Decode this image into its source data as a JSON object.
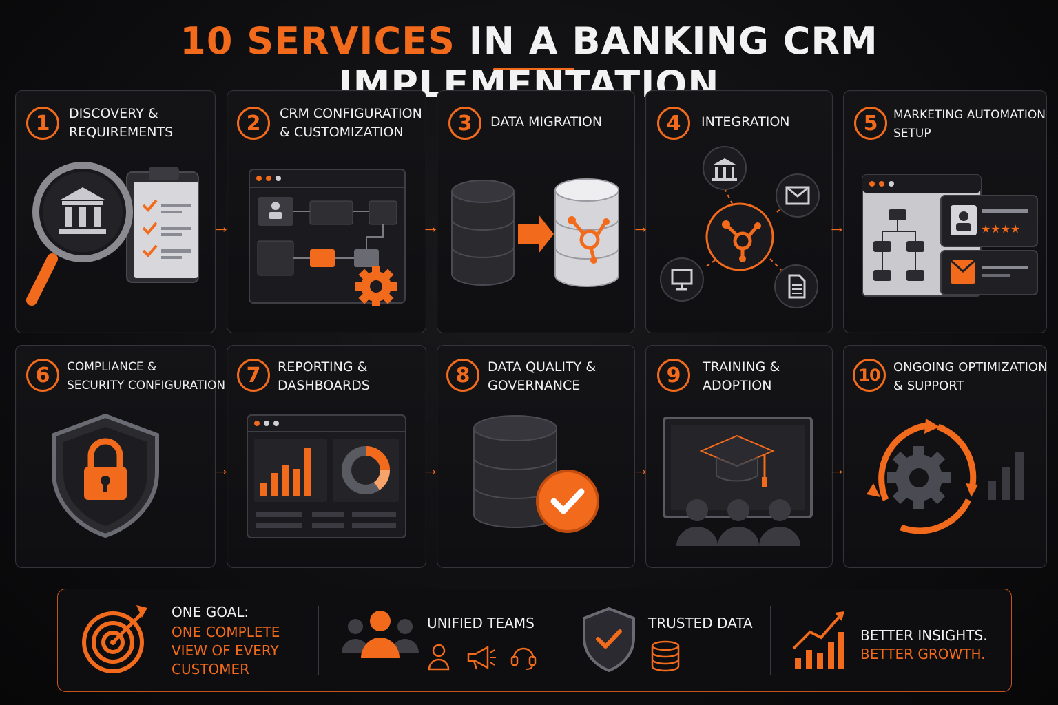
{
  "title": {
    "accent": "10 SERVICES",
    "rest": " IN A BANKING CRM IMPLEMENTATION"
  },
  "colors": {
    "accent": "#f26a1b",
    "background": "#0c0c0e",
    "card_border": "#34343a"
  },
  "services": [
    {
      "number": "1",
      "label": "DISCOVERY &\nREQUIREMENTS",
      "icon": "magnifier-bank-clipboard-icon"
    },
    {
      "number": "2",
      "label": "CRM CONFIGURATION\n& CUSTOMIZATION",
      "icon": "workflow-window-gear-icon"
    },
    {
      "number": "3",
      "label": "DATA MIGRATION",
      "icon": "database-transfer-icon"
    },
    {
      "number": "4",
      "label": "INTEGRATION",
      "icon": "hub-network-icon"
    },
    {
      "number": "5",
      "label": "MARKETING AUTOMATION\nSETUP",
      "icon": "automation-flow-icon"
    },
    {
      "number": "6",
      "label": "COMPLIANCE &\nSECURITY CONFIGURATION",
      "icon": "shield-lock-icon"
    },
    {
      "number": "7",
      "label": "REPORTING &\nDASHBOARDS",
      "icon": "dashboard-chart-icon"
    },
    {
      "number": "8",
      "label": "DATA QUALITY &\nGOVERNANCE",
      "icon": "database-check-icon"
    },
    {
      "number": "9",
      "label": "TRAINING &\nADOPTION",
      "icon": "graduation-presentation-icon"
    },
    {
      "number": "10",
      "label": "ONGOING OPTIMIZATION\n& SUPPORT",
      "icon": "cycle-gear-icon"
    }
  ],
  "bottom": {
    "goal": {
      "heading": "ONE GOAL:",
      "text": "ONE COMPLETE\nVIEW OF EVERY\nCUSTOMER"
    },
    "unified": {
      "label": "UNIFIED TEAMS"
    },
    "trusted": {
      "label": "TRUSTED DATA"
    },
    "insights": {
      "line1": "BETTER INSIGHTS.",
      "line2": "BETTER GROWTH."
    }
  }
}
